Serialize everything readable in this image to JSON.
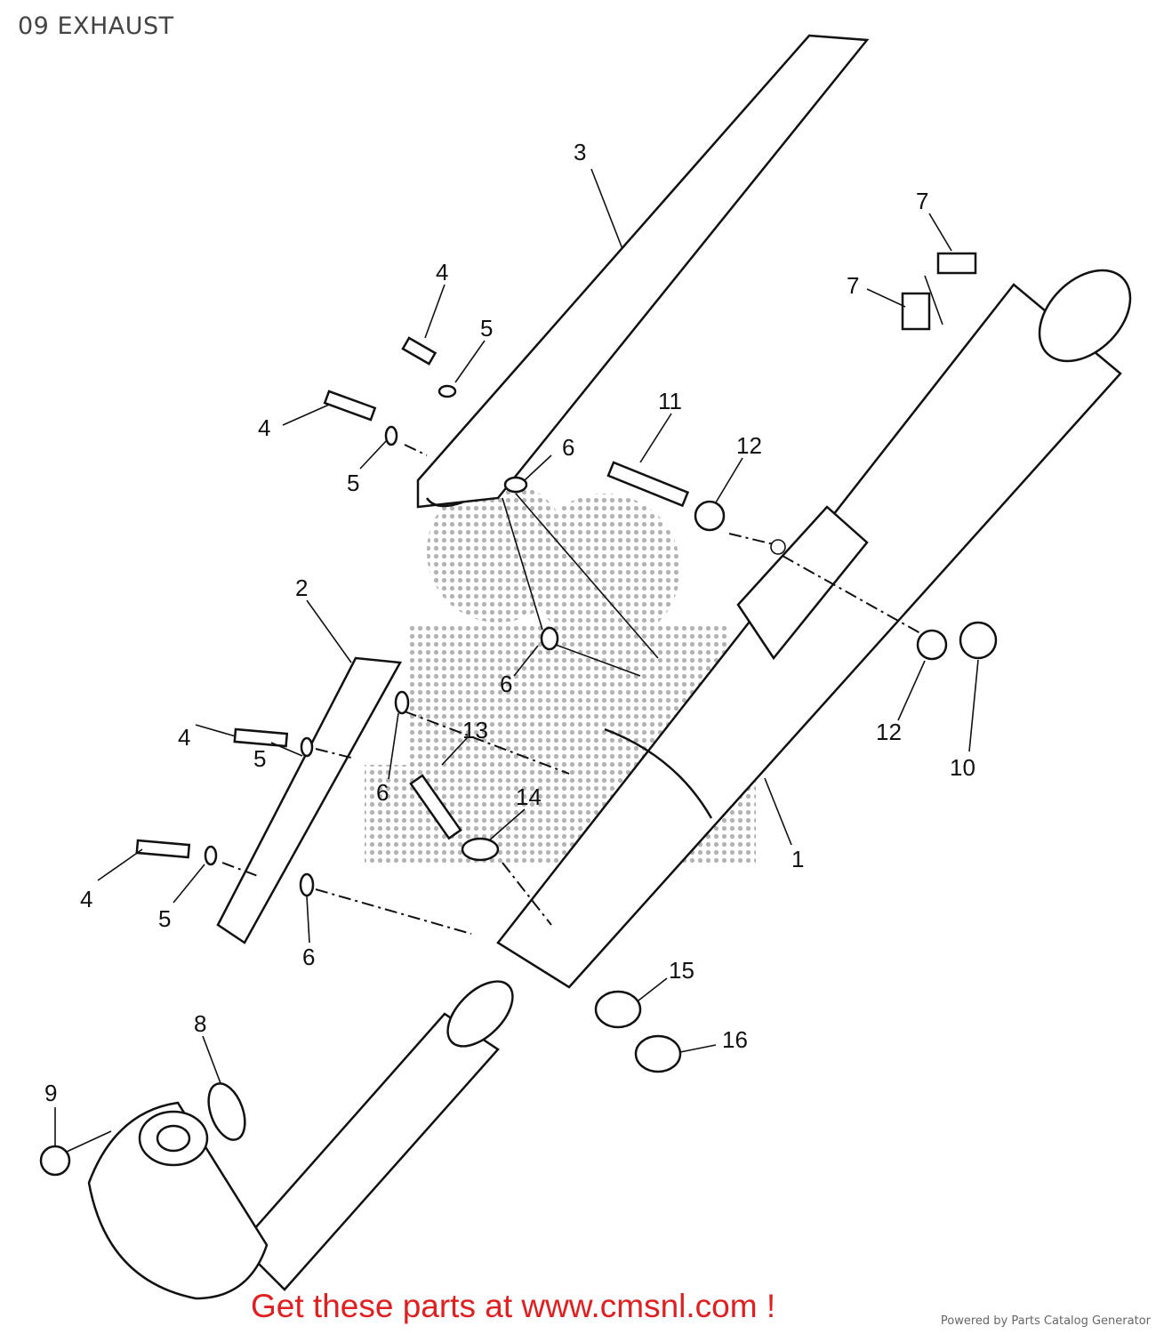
{
  "page": {
    "title": "09 EXHAUST",
    "cta": "Get these parts at www.cmsnl.com !",
    "powered_by": "Powered by Parts Catalog Generator"
  },
  "callouts": [
    "1",
    "2",
    "3",
    "4",
    "4",
    "4",
    "4",
    "5",
    "5",
    "5",
    "5",
    "6",
    "6",
    "6",
    "6",
    "7",
    "7",
    "8",
    "9",
    "10",
    "11",
    "12",
    "12",
    "13",
    "14",
    "15",
    "16"
  ]
}
